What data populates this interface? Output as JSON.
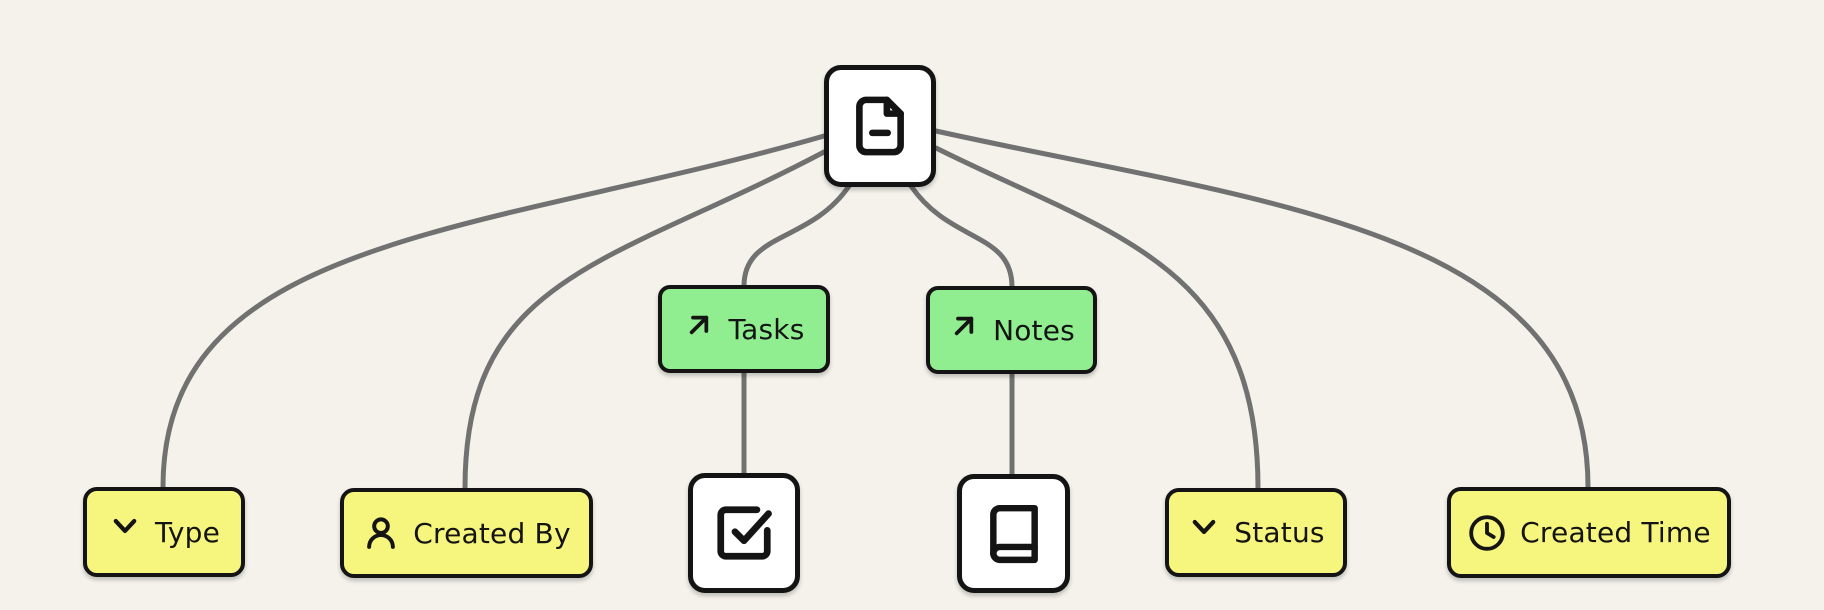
{
  "diagram": {
    "colors": {
      "background": "#F4F2EB",
      "edge": "#717171",
      "ink": "#141414",
      "node_yellow": "#F6F67E",
      "node_green": "#90EE90",
      "node_white": "#FFFFFF"
    },
    "root": {
      "icon": "file-minus-icon"
    },
    "nodes": [
      {
        "id": "tasks",
        "label": "Tasks",
        "icon": "arrow-up-right-icon",
        "color": "#90EE90"
      },
      {
        "id": "notes",
        "label": "Notes",
        "icon": "arrow-up-right-icon",
        "color": "#90EE90"
      },
      {
        "id": "type",
        "label": "Type",
        "icon": "chevron-down-icon",
        "color": "#F6F67E"
      },
      {
        "id": "created-by",
        "label": "Created By",
        "icon": "user-icon",
        "color": "#F6F67E"
      },
      {
        "id": "tasks-child",
        "label": "",
        "icon": "check-square-icon",
        "color": "#FFFFFF"
      },
      {
        "id": "notes-child",
        "label": "",
        "icon": "book-icon",
        "color": "#FFFFFF"
      },
      {
        "id": "status",
        "label": "Status",
        "icon": "chevron-down-icon",
        "color": "#F6F67E"
      },
      {
        "id": "created-time",
        "label": "Created Time",
        "icon": "clock-icon",
        "color": "#F6F67E"
      }
    ]
  }
}
